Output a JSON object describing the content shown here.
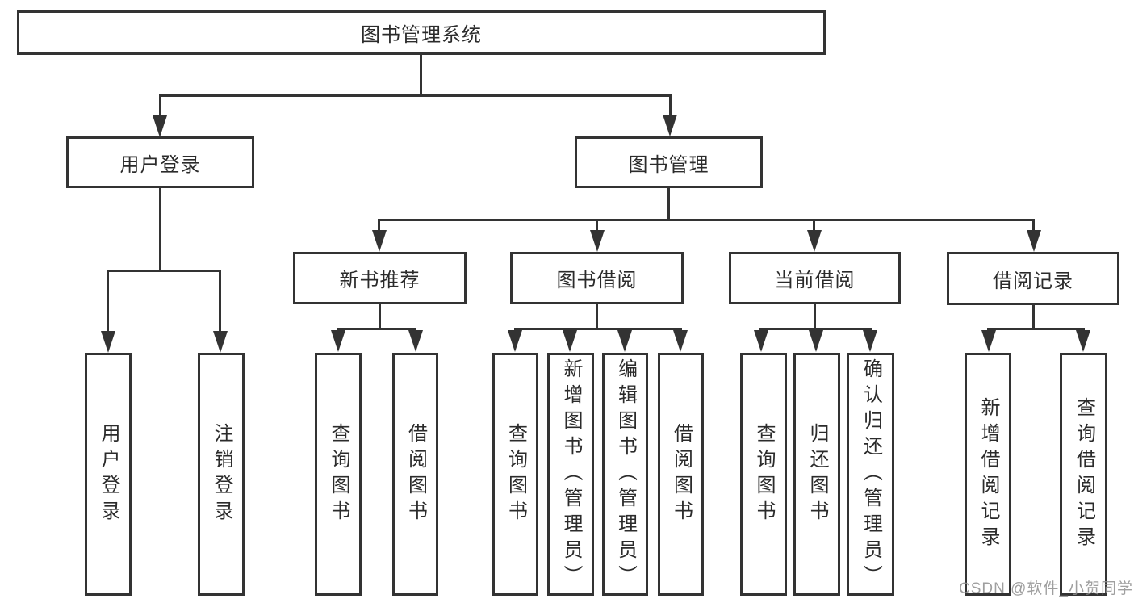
{
  "diagram": {
    "root": "图书管理系统",
    "level2": {
      "user_login": "用户登录",
      "book_mgmt": "图书管理"
    },
    "level3": {
      "new_books": "新书推荐",
      "borrowing": "图书借阅",
      "current": "当前借阅",
      "records": "借阅记录"
    },
    "leaves": {
      "user_login": [
        "用户登录",
        "注销登录"
      ],
      "new_books": [
        "查询图书",
        "借阅图书"
      ],
      "borrowing": [
        "查询图书",
        "新增图书（管理员）",
        "编辑图书（管理员）",
        "借阅图书"
      ],
      "current": [
        "查询图书",
        "归还图书",
        "确认归还（管理员）"
      ],
      "records": [
        "新增借阅记录",
        "查询借阅记录"
      ]
    }
  },
  "watermark": "CSDN @软件_小贺同学",
  "colors": {
    "line": "#333333",
    "text": "#2b2b2b",
    "watermark": "#8f8f8f",
    "background": "#ffffff"
  }
}
